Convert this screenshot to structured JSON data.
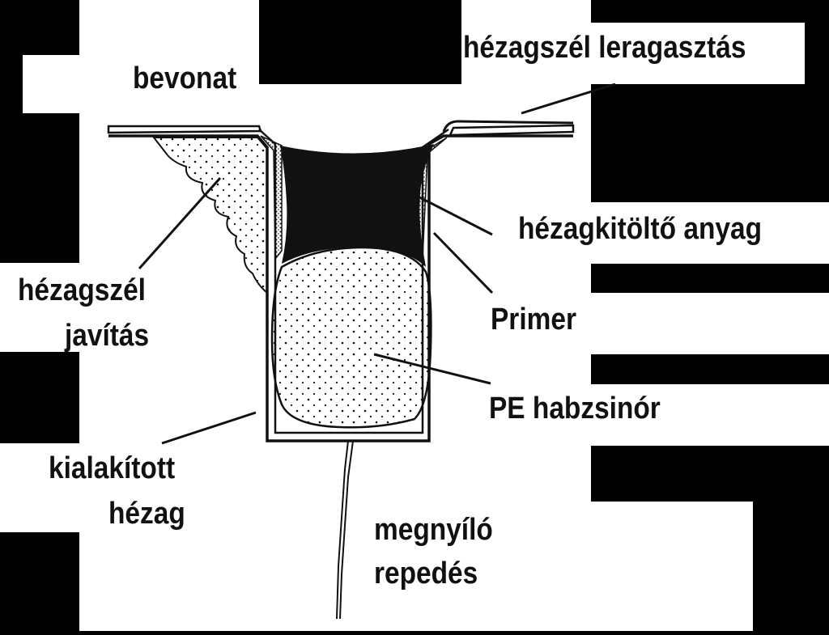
{
  "labels": {
    "bevonat": "bevonat",
    "hezagszel_leragasztas": "hézagszél leragasztás",
    "hezagkitolto_anyag": "hézagkitöltő anyag",
    "primer": "Primer",
    "pe_habzsinor": "PE habzsinór",
    "hezagszel_javitas_1": "hézagszél",
    "hezagszel_javitas_2": "javítás",
    "kialakitott_hezag_1": "kialakított",
    "kialakitott_hezag_2": "hézag",
    "megnyilo_repedes_1": "megnyíló",
    "megnyilo_repedes_2": "repedés"
  },
  "colors": {
    "background": "#000000",
    "canvas": "#ffffff",
    "ink": "#111111"
  }
}
